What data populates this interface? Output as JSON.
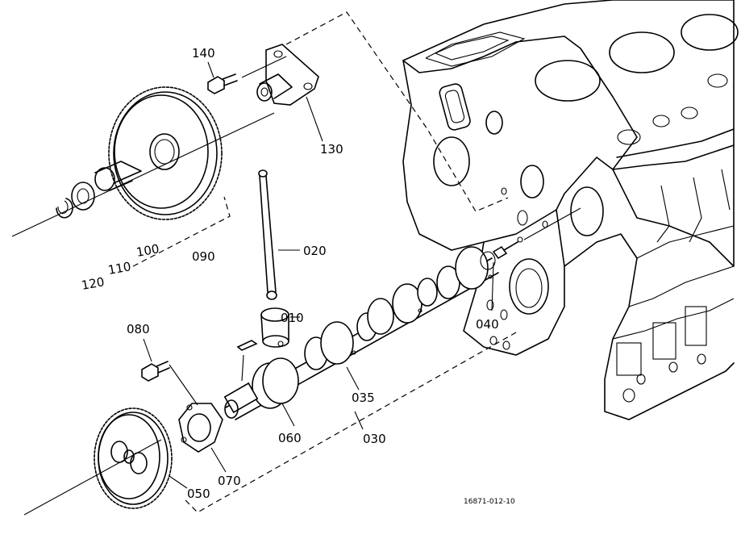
{
  "labels": {
    "p010": "010",
    "p020": "020",
    "p030": "030",
    "p035": "035",
    "p040": "040",
    "p050": "050",
    "p060": "060",
    "p070": "070",
    "p080": "080",
    "p090": "090",
    "p100": "100",
    "p110": "110",
    "p120": "120",
    "p130": "130",
    "p140": "140"
  },
  "figure_code": "16871-012-10"
}
